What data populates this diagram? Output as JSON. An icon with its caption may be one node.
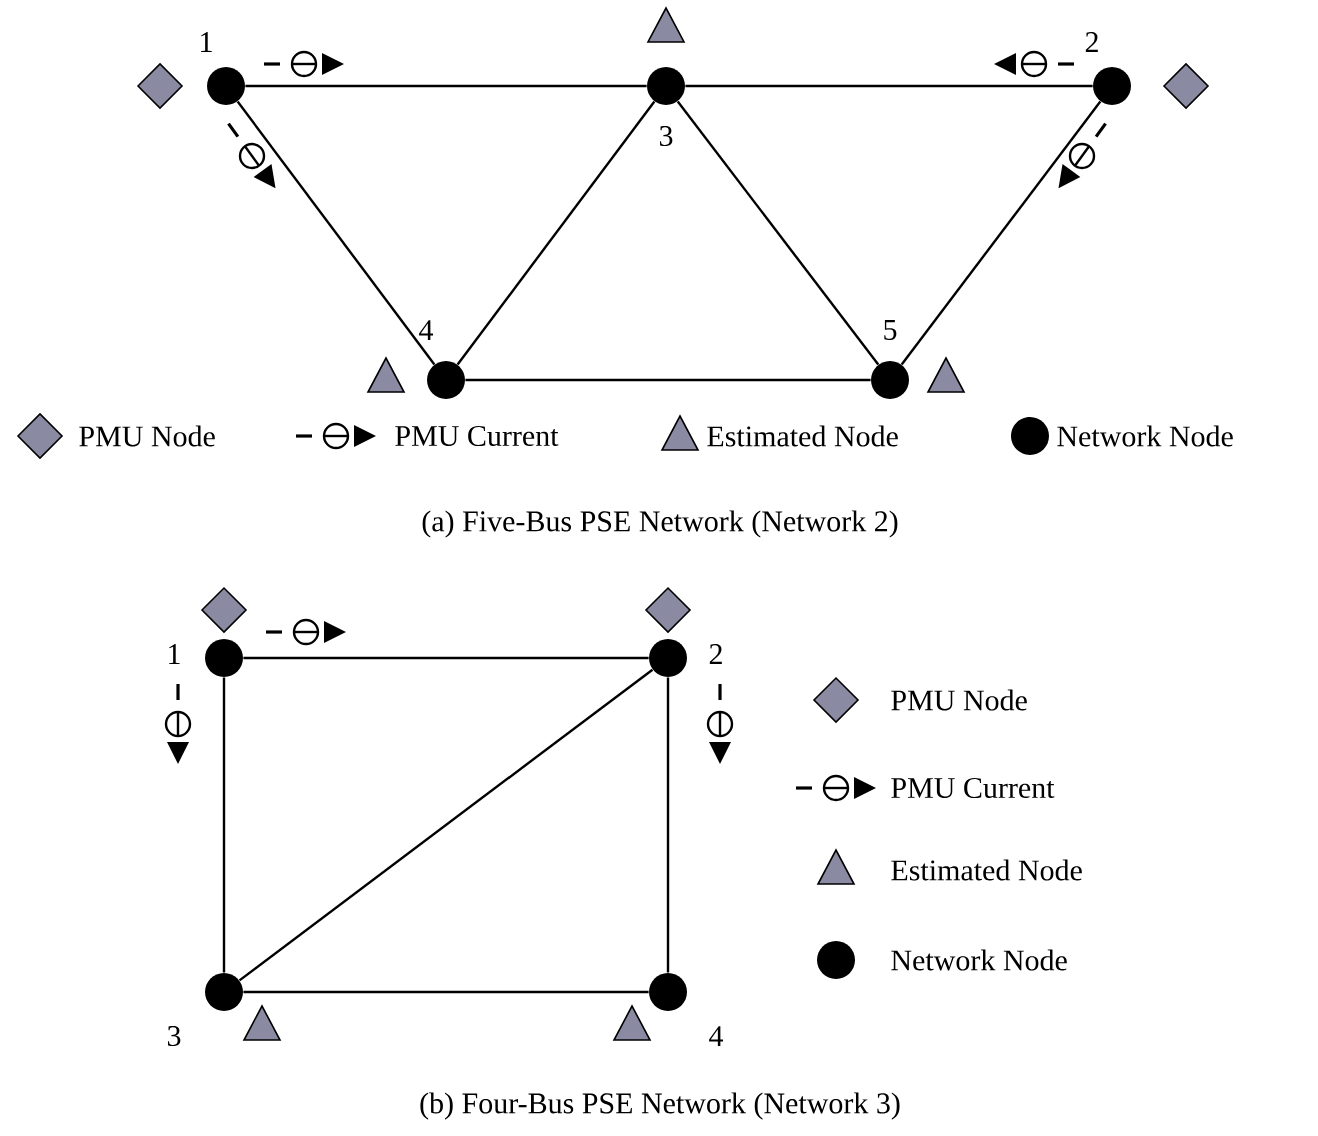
{
  "diagram": {
    "nodes": [
      {
        "text": [],
        "shape": "circle",
        "beside": [
          "1"
        ]
      },
      {
        "text": [],
        "shape": "circle",
        "beside": [
          "2"
        ]
      },
      {
        "text": [],
        "shape": "circle",
        "beside": [
          "3"
        ]
      },
      {
        "text": [],
        "shape": "circle",
        "beside": [
          "4"
        ]
      },
      {
        "text": [],
        "shape": "circle",
        "beside": [
          "5"
        ]
      },
      {
        "text": [],
        "shape": "circle",
        "beside": [
          "1"
        ]
      },
      {
        "text": [],
        "shape": "circle",
        "beside": [
          "2"
        ]
      },
      {
        "text": [],
        "shape": "circle",
        "beside": [
          "3"
        ]
      },
      {
        "text": [],
        "shape": "circle",
        "beside": [
          "4"
        ]
      }
    ],
    "edges": [
      {
        "from": 0,
        "to": 2,
        "arrow": "none"
      },
      {
        "from": 2,
        "to": 1,
        "arrow": "none"
      },
      {
        "from": 0,
        "to": 3,
        "arrow": "none"
      },
      {
        "from": 3,
        "to": 2,
        "arrow": "none"
      },
      {
        "from": 2,
        "to": 4,
        "arrow": "none"
      },
      {
        "from": 1,
        "to": 4,
        "arrow": "none"
      },
      {
        "from": 3,
        "to": 4,
        "arrow": "none"
      },
      {
        "from": 5,
        "to": 6,
        "arrow": "none"
      },
      {
        "from": 5,
        "to": 7,
        "arrow": "none"
      },
      {
        "from": 6,
        "to": 7,
        "arrow": "none"
      },
      {
        "from": 6,
        "to": 8,
        "arrow": "none"
      },
      {
        "from": 7,
        "to": 8,
        "arrow": "none"
      }
    ],
    "labels": [
      "(a) Five-Bus PSE Network (Network 2)",
      "(b) Four-Bus PSE Network (Network 3)"
    ],
    "legend": [
      {
        "text": "PMU Node"
      },
      {
        "text": "PMU Current"
      },
      {
        "text": "Estimated Node"
      },
      {
        "text": "Network Node"
      },
      {
        "text": "PMU Node"
      },
      {
        "text": "PMU Current"
      },
      {
        "text": "Estimated Node"
      },
      {
        "text": "Network Node"
      }
    ]
  }
}
